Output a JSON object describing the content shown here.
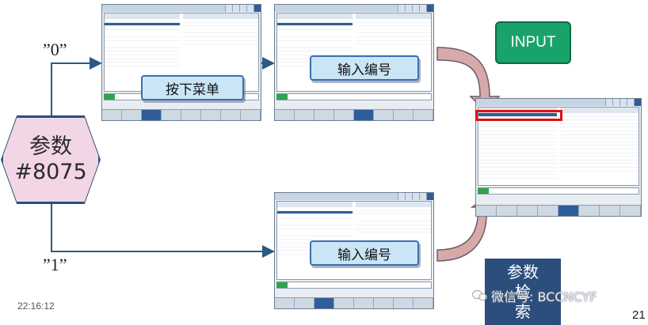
{
  "parameter": {
    "line1": "参数",
    "line2": "#8075"
  },
  "branches": {
    "zero": "”0”",
    "one": "”1”"
  },
  "callouts": {
    "press_menu": "按下菜单",
    "enter_number_top": "输入编号",
    "enter_number_bottom": "输入编号"
  },
  "input_button": "INPUT",
  "result_box": {
    "line1": "参数",
    "line2": "检",
    "line3": "索"
  },
  "watermark": "微信号: BCCNCYF",
  "timestamp": "22:16:12",
  "slide_number": "21",
  "icons": [
    "wechat-icon",
    "arrow-right-icon",
    "curved-arrow-icon"
  ],
  "colors": {
    "hexagon_fill": "#f2d6e6",
    "hexagon_border": "#2a4f7a",
    "callout_fill": "#c9e5f6",
    "input_green": "#19a36a",
    "result_navy": "#2c4e7c",
    "highlight_red": "#e01010",
    "arrow_blue": "#2a5a86",
    "curved_arrow": "#d8a9a9"
  }
}
